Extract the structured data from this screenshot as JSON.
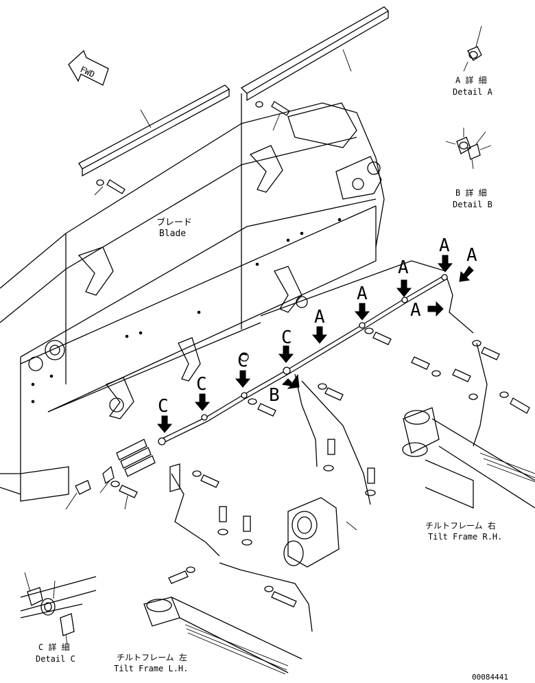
{
  "figure": {
    "fwd_label": "FWD",
    "blade_label_jp": "ブレード",
    "blade_label_en": "Blade",
    "detail_a_jp": "A 詳 細",
    "detail_a_en": "Detail A",
    "detail_b_jp": "B 詳 細",
    "detail_b_en": "Detail B",
    "detail_c_jp": "C 詳 細",
    "detail_c_en": "Detail C",
    "tilt_rh_jp": "チルトフレーム 右",
    "tilt_rh_en": "Tilt Frame R.H.",
    "tilt_lh_jp": "チルトフレーム 左",
    "tilt_lh_en": "Tilt Frame L.H.",
    "callout_a": "A",
    "callout_b": "B",
    "callout_c": "C",
    "drawing_number": "00084441"
  }
}
